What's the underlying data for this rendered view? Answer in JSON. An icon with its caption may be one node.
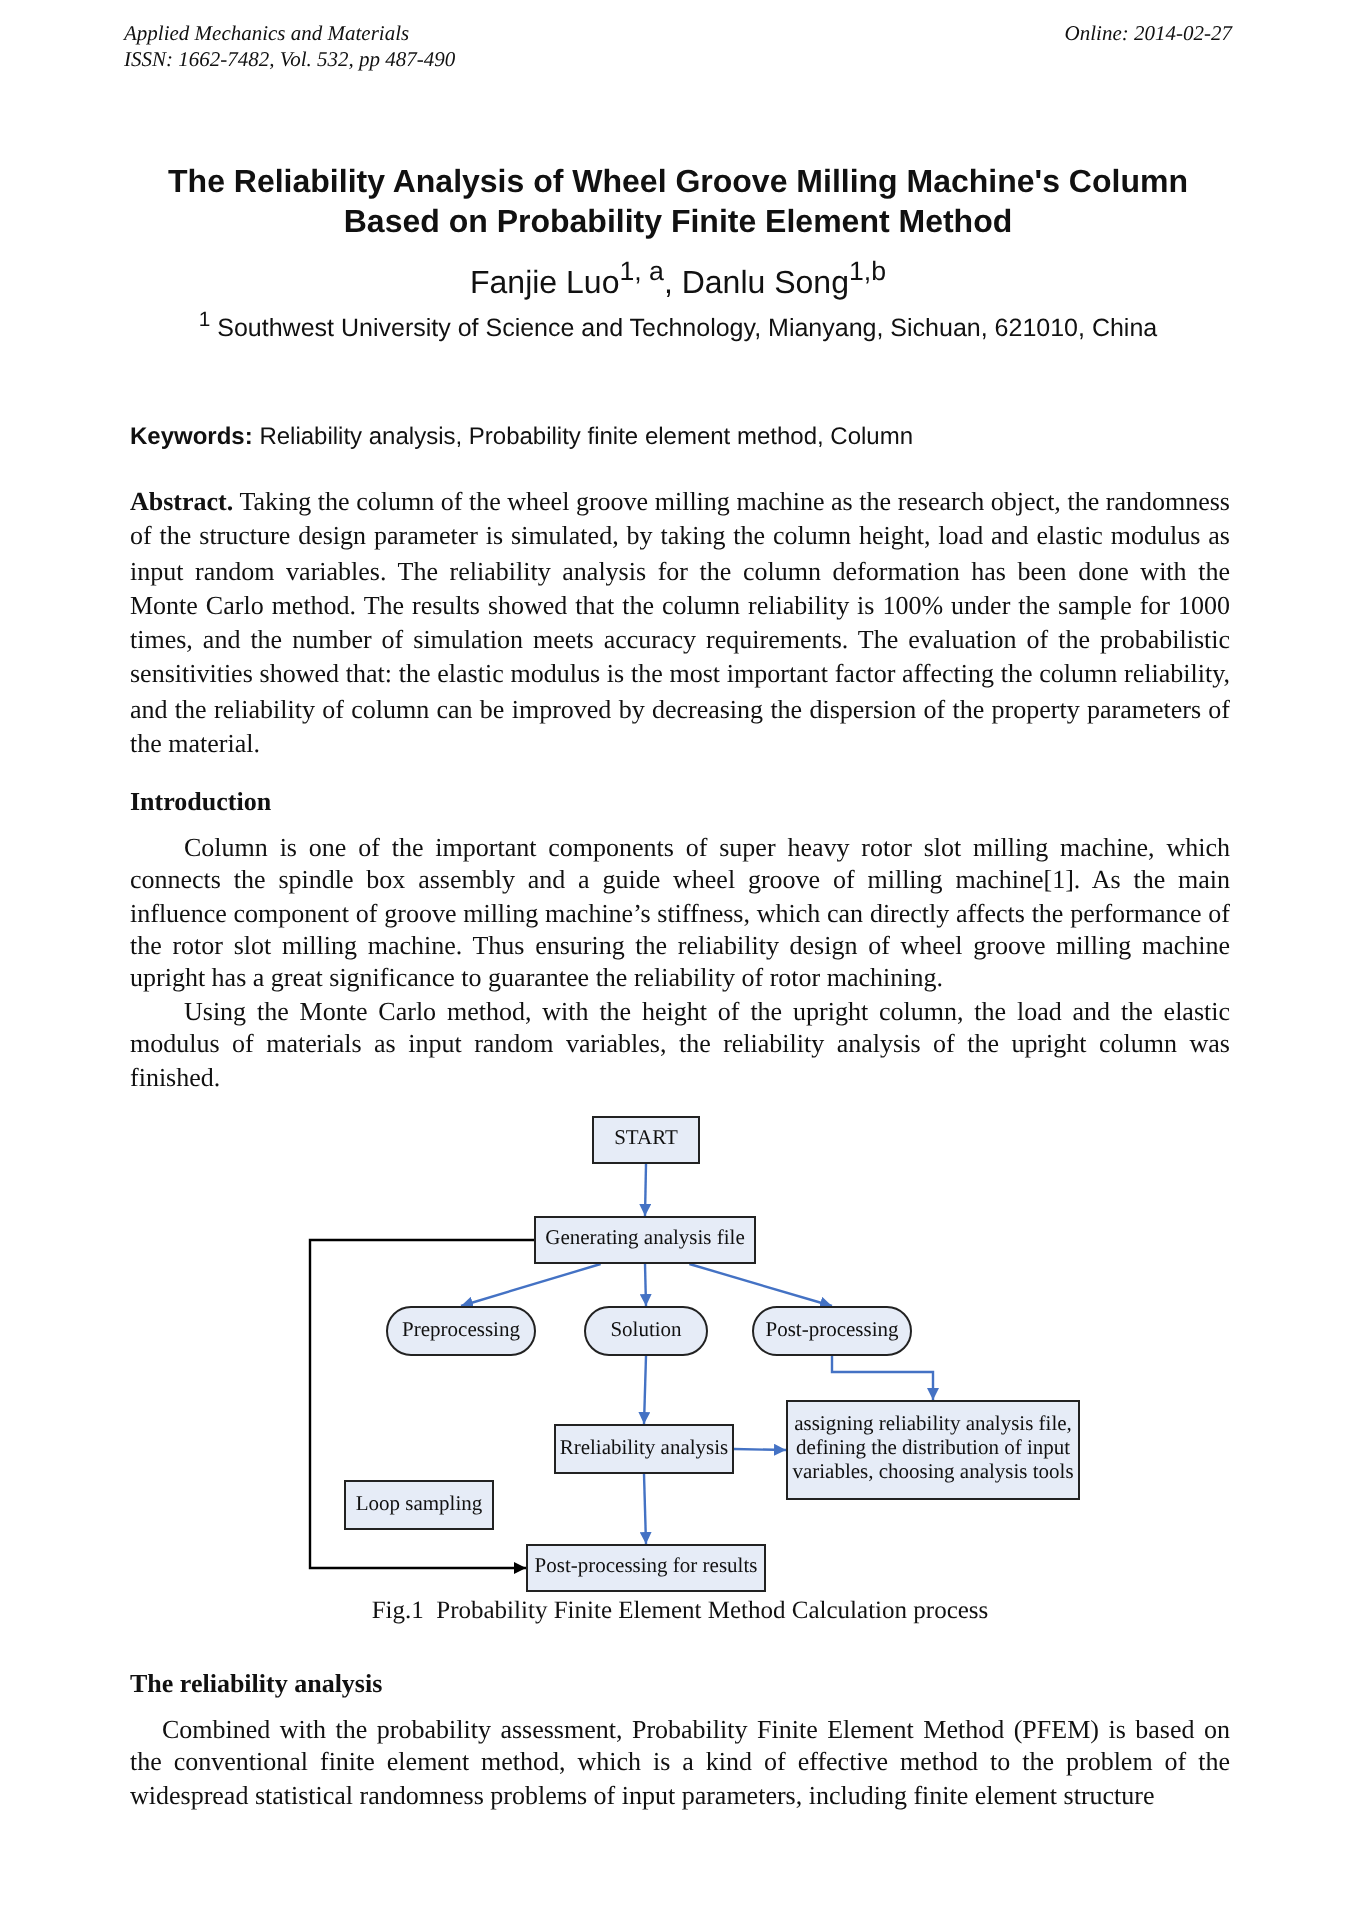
{
  "diagram": {
    "caption": "Fig.1  Probability Finite Element Method Calculation process",
    "nodes": [
      {
        "text": [
          "START"
        ]
      },
      {
        "text": [
          "Generating analysis file"
        ]
      },
      {
        "text": [
          "Preprocessing"
        ]
      },
      {
        "text": [
          "Solution"
        ]
      },
      {
        "text": [
          "Post-processing"
        ]
      },
      {
        "text": [
          "Rreliability analysis"
        ]
      },
      {
        "text": [
          "assigning reliability analysis file, defining the distribution of input variables, choosing analysis tools"
        ]
      },
      {
        "text": [
          "Loop sampling"
        ]
      },
      {
        "text": [
          "Post-processing for results"
        ]
      }
    ],
    "edges": [
      {
        "from": 0,
        "to": 1,
        "arrow": "to"
      },
      {
        "from": 1,
        "to": 2,
        "arrow": "to"
      },
      {
        "from": 1,
        "to": 3,
        "arrow": "to"
      },
      {
        "from": 1,
        "to": 4,
        "arrow": "to"
      },
      {
        "from": 3,
        "to": 5,
        "arrow": "to"
      },
      {
        "from": 4,
        "to": 6,
        "arrow": "to"
      },
      {
        "from": 5,
        "to": 6,
        "arrow": "to"
      },
      {
        "from": 5,
        "to": 8,
        "arrow": "to"
      },
      {
        "from": 1,
        "to": 8,
        "arrow": "to",
        "color": "#000000"
      }
    ],
    "labels": [
      "Applied Mechanics and Materials",
      "ISSN: 1662-7482, Vol. 532, pp 487-490",
      "Online: 2014-02-27",
      "The Reliability Analysis of Wheel Groove Milling Machine's Column Based on Probability Finite Element Method",
      "Fanjie Luo$^{1, a}$, Danlu Song$^{1,b}$",
      "$^{1}$ Southwest University of Science and Technology, Mianyang, Sichuan, 621010, China",
      "**Keywords:** Reliability analysis, Probability finite element method, Column",
      "**Abstract.** Taking the column of the wheel groove milling machine as the research object, the randomness of the structure design parameter is simulated, by taking the column height, load and elastic modulus as input random variables. The reliability analysis for the column deformation has been done with the Monte Carlo method. The results showed that the column reliability is 100% under the sample for 1000 times, and the number of simulation meets accuracy requirements. The evaluation of the probabilistic sensitivities showed that: the elastic modulus is the most important factor affecting the column reliability, and the reliability of column can be improved by decreasing the dispersion of the property parameters of the material.",
      "Introduction",
      "Column is one of the important components of super heavy rotor slot milling machine, which connects the spindle box assembly and a guide wheel groove of milling machine[1]. As the main influence component of groove milling machine’s stiffness, which can directly affects the performance of the rotor slot milling machine. Thus ensuring the reliability design of wheel groove milling machine upright has a great significance to guarantee the reliability of rotor machining.",
      "Using the Monte Carlo method, with the height of the upright column, the load and the elastic modulus of materials as input random variables, the reliability analysis of the upright column was finished.",
      "The reliability analysis",
      "Combined with the probability assessment, Probability Finite Element Method (PFEM) is based on the conventional finite element method, which is a kind of effective method to the problem of the widespread statistical randomness problems of input parameters, including finite element structure"
    ]
  }
}
